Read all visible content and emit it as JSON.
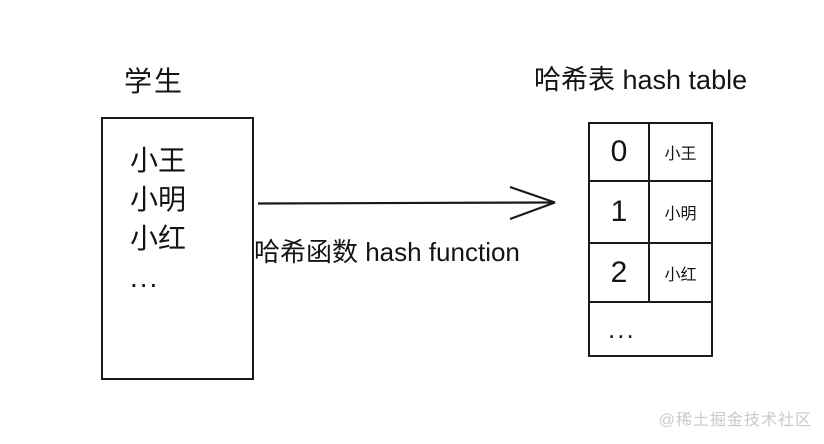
{
  "diagram": {
    "left": {
      "title": "学生",
      "items": [
        "小王",
        "小明",
        "小红"
      ],
      "ellipsis": "..."
    },
    "arrow": {
      "label": "哈希函数 hash function",
      "direction": "right",
      "icon": "right-arrow"
    },
    "right": {
      "title": "哈希表 hash table",
      "rows": [
        {
          "index": "0",
          "value": "小王"
        },
        {
          "index": "1",
          "value": "小明"
        },
        {
          "index": "2",
          "value": "小红"
        }
      ],
      "ellipsis": "..."
    },
    "watermark": "@稀土掘金技术社区",
    "colors": {
      "line": "#1a1a1a",
      "text": "#141414",
      "watermark": "#c9c9c9",
      "background": "#ffffff"
    }
  }
}
